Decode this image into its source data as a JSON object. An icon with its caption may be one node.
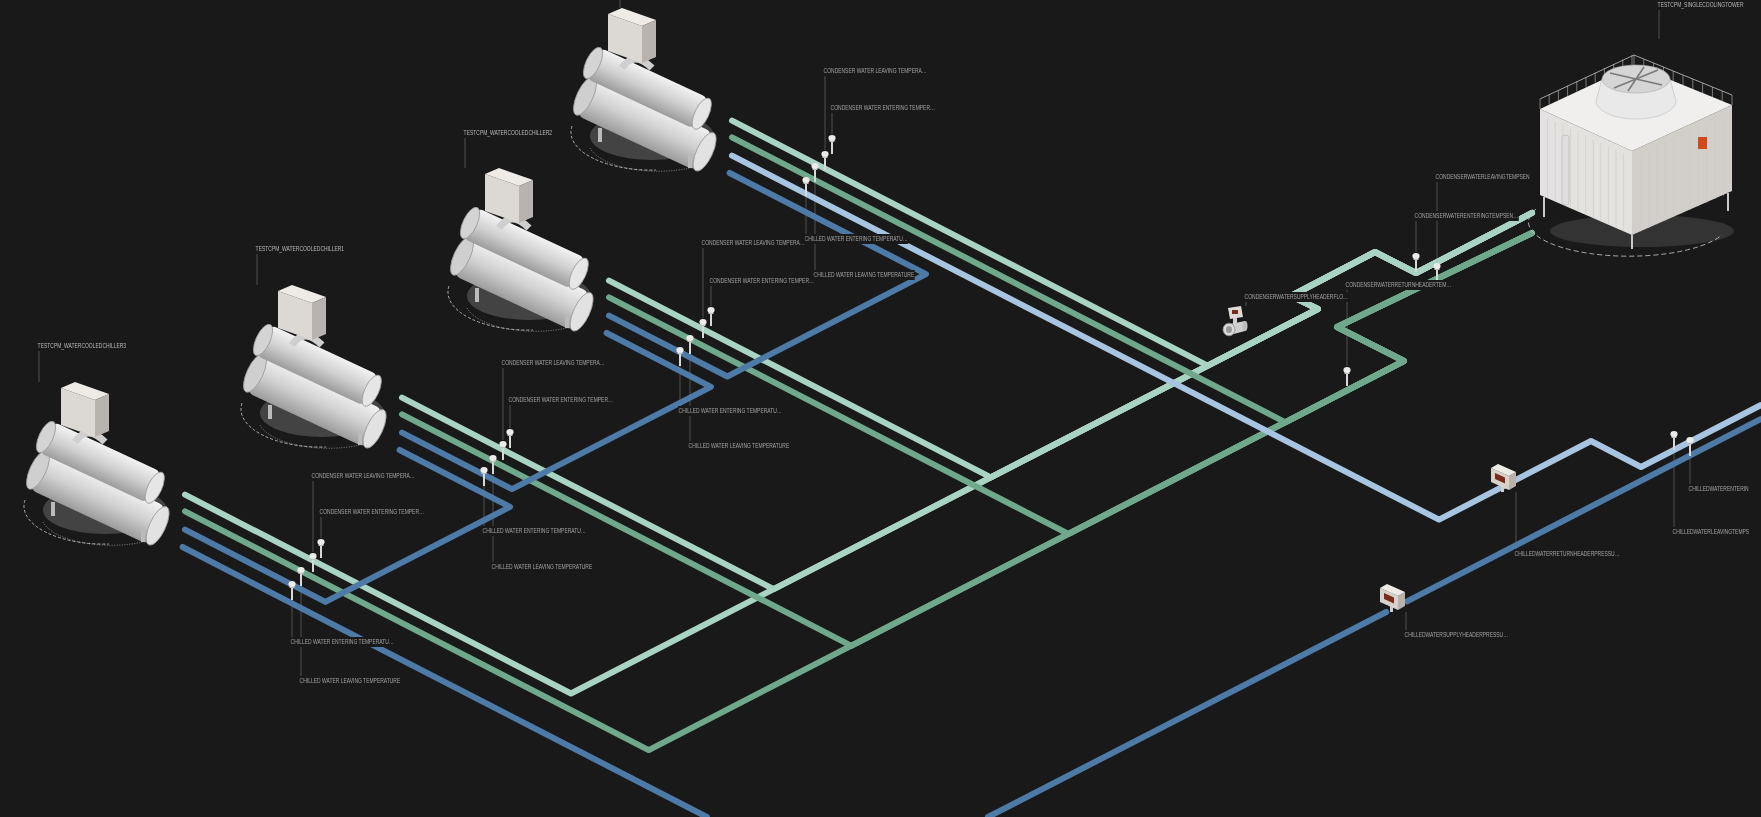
{
  "diagram": {
    "nodes": [
      {
        "text": [
          "TESTCPM_SINGLECOOLINGTOWER"
        ]
      },
      {
        "text": [],
        "shape": "picture"
      },
      {
        "text": [],
        "shape": "picture"
      },
      {
        "text": [
          "CONDENSER WATER LEAVING TEMPERA…"
        ]
      },
      {
        "text": [],
        "shape": "picture"
      },
      {
        "text": [
          "CONDENSER WATER ENTERING TEMPER…"
        ]
      },
      {
        "text": [],
        "shape": "picture"
      },
      {
        "text": [
          "CHILLED WATER ENTERING TEMPERATU…"
        ]
      },
      {
        "text": [],
        "shape": "picture"
      },
      {
        "text": [
          "CHILLED WATER LEAVING TEMPERATURE"
        ]
      },
      {
        "text": [],
        "shape": "picture"
      },
      {
        "text": [
          "TESTCPM_WATERCOOLEDCHILLER2"
        ]
      },
      {
        "text": [],
        "shape": "picture"
      },
      {
        "text": [
          "CONDENSER WATER LEAVING TEMPERA…"
        ]
      },
      {
        "text": [],
        "shape": "picture"
      },
      {
        "text": [
          "CONDENSER WATER ENTERING TEMPER…"
        ]
      },
      {
        "text": [],
        "shape": "picture"
      },
      {
        "text": [
          "CHILLED WATER ENTERING TEMPERATU…"
        ]
      },
      {
        "text": [],
        "shape": "picture"
      },
      {
        "text": [
          "CHILLED WATER LEAVING TEMPERATURE"
        ]
      },
      {
        "text": [],
        "shape": "picture"
      },
      {
        "text": [
          "TESTCPM_WATERCOOLEDCHILLER1"
        ]
      },
      {
        "text": [],
        "shape": "picture"
      },
      {
        "text": [
          "CONDENSER WATER LEAVING TEMPERA…"
        ]
      },
      {
        "text": [],
        "shape": "picture"
      },
      {
        "text": [
          "CONDENSER WATER ENTERING TEMPER…"
        ]
      },
      {
        "text": [],
        "shape": "picture"
      },
      {
        "text": [
          "CHILLED WATER ENTERING TEMPERATU…"
        ]
      },
      {
        "text": [],
        "shape": "picture"
      },
      {
        "text": [
          "CHILLED WATER LEAVING TEMPERATURE"
        ]
      },
      {
        "text": [],
        "shape": "picture"
      },
      {
        "text": [
          "TESTCPM_WATERCOOLEDCHILLER3"
        ]
      },
      {
        "text": [],
        "shape": "picture"
      },
      {
        "text": [
          "CONDENSER WATER LEAVING TEMPERA…"
        ]
      },
      {
        "text": [],
        "shape": "picture"
      },
      {
        "text": [
          "CONDENSER WATER ENTERING TEMPER…"
        ]
      },
      {
        "text": [],
        "shape": "picture"
      },
      {
        "text": [
          "CHILLED WATER ENTERING TEMPERATU…"
        ]
      },
      {
        "text": [],
        "shape": "picture"
      },
      {
        "text": [
          "CHILLED WATER LEAVING TEMPERATURE"
        ]
      },
      {
        "text": [],
        "shape": "picture"
      },
      {
        "text": [
          "CONDENSERWATERLEAVINGTEMPSEN"
        ]
      },
      {
        "text": [],
        "shape": "picture"
      },
      {
        "text": [
          "CONDENSERWATERENTERINGTEMPSEN…"
        ]
      },
      {
        "text": [],
        "shape": "picture"
      },
      {
        "text": [
          "CONDENSERWATERSUPPLYHEADERFLO…"
        ]
      },
      {
        "text": [],
        "shape": "picture"
      },
      {
        "text": [
          "CONDENSERWATERRETURNHEADERTEM…"
        ]
      },
      {
        "text": [],
        "shape": "picture"
      },
      {
        "text": [
          "CHILLEDWATERRETURNHEADERPRESSU…"
        ]
      },
      {
        "text": [],
        "shape": "picture"
      },
      {
        "text": [
          "CHILLEDWATERSUPPLYHEADERPRESSU…"
        ]
      },
      {
        "text": [],
        "shape": "picture"
      },
      {
        "text": [
          "CHILLEDWATERENTERIN"
        ]
      },
      {
        "text": [],
        "shape": "picture"
      },
      {
        "text": [
          "CHILLEDWATERLEAVINGTEMPS"
        ]
      },
      {
        "text": [],
        "shape": "picture"
      }
    ],
    "edges": [
      {
        "from": 0,
        "to": 1,
        "arrow": "none"
      },
      {
        "from": null,
        "to": 2,
        "arrow": "none"
      },
      {
        "from": 3,
        "to": 4,
        "arrow": "none"
      },
      {
        "from": 5,
        "to": 6,
        "arrow": "none"
      },
      {
        "from": 7,
        "to": 8,
        "arrow": "none"
      },
      {
        "from": 9,
        "to": 10,
        "arrow": "none"
      },
      {
        "from": 11,
        "to": 12,
        "arrow": "none"
      },
      {
        "from": 13,
        "to": 14,
        "arrow": "none"
      },
      {
        "from": 15,
        "to": 16,
        "arrow": "none"
      },
      {
        "from": 17,
        "to": 18,
        "arrow": "none"
      },
      {
        "from": 19,
        "to": 20,
        "arrow": "none"
      },
      {
        "from": 21,
        "to": 22,
        "arrow": "none"
      },
      {
        "from": 23,
        "to": 24,
        "arrow": "none"
      },
      {
        "from": 25,
        "to": 26,
        "arrow": "none"
      },
      {
        "from": 27,
        "to": 28,
        "arrow": "none"
      },
      {
        "from": 29,
        "to": 30,
        "arrow": "none"
      },
      {
        "from": 31,
        "to": 32,
        "arrow": "none"
      },
      {
        "from": 33,
        "to": 34,
        "arrow": "none"
      },
      {
        "from": 35,
        "to": 36,
        "arrow": "none"
      },
      {
        "from": 37,
        "to": 38,
        "arrow": "none"
      },
      {
        "from": 39,
        "to": 40,
        "arrow": "none"
      },
      {
        "from": 41,
        "to": 42,
        "arrow": "none"
      },
      {
        "from": 43,
        "to": 44,
        "arrow": "none"
      },
      {
        "from": 45,
        "to": 46,
        "arrow": "none"
      },
      {
        "from": 47,
        "to": 48,
        "arrow": "none"
      },
      {
        "from": 49,
        "to": 50,
        "arrow": "none"
      },
      {
        "from": 51,
        "to": 52,
        "arrow": "none"
      },
      {
        "from": 53,
        "to": 54,
        "arrow": "none"
      },
      {
        "from": 55,
        "to": 56,
        "arrow": "none"
      },
      {
        "from": 2,
        "to": 1,
        "arrow": "none",
        "style": "thick",
        "color": "#a9d3c3"
      },
      {
        "from": 12,
        "to": 1,
        "arrow": "none",
        "style": "thick",
        "color": "#a9d3c3"
      },
      {
        "from": 22,
        "to": 1,
        "arrow": "none",
        "style": "thick",
        "color": "#a9d3c3"
      },
      {
        "from": 32,
        "to": 1,
        "arrow": "none",
        "style": "thick",
        "color": "#a9d3c3"
      },
      {
        "from": 2,
        "to": 1,
        "arrow": "none",
        "style": "thick",
        "color": "#6fa88c"
      },
      {
        "from": 12,
        "to": 1,
        "arrow": "none",
        "style": "thick",
        "color": "#6fa88c"
      },
      {
        "from": 22,
        "to": 1,
        "arrow": "none",
        "style": "thick",
        "color": "#6fa88c"
      },
      {
        "from": 32,
        "to": 1,
        "arrow": "none",
        "style": "thick",
        "color": "#6fa88c"
      },
      {
        "from": 2,
        "to": null,
        "arrow": "none",
        "style": "thick",
        "color": "#a7c4e0"
      },
      {
        "from": 2,
        "to": 12,
        "arrow": "none",
        "style": "thick",
        "color": "#4d7aa6"
      },
      {
        "from": 12,
        "to": 22,
        "arrow": "none",
        "style": "thick",
        "color": "#4d7aa6"
      },
      {
        "from": 22,
        "to": 32,
        "arrow": "none",
        "style": "thick",
        "color": "#4d7aa6"
      },
      {
        "from": 32,
        "to": null,
        "arrow": "none",
        "style": "thick",
        "color": "#4d7aa6"
      },
      {
        "from": null,
        "to": 52,
        "arrow": "none",
        "style": "thick",
        "color": "#4d7aa6"
      },
      {
        "from": 52,
        "to": null,
        "arrow": "none",
        "style": "thick",
        "color": "#4d7aa6"
      }
    ]
  }
}
